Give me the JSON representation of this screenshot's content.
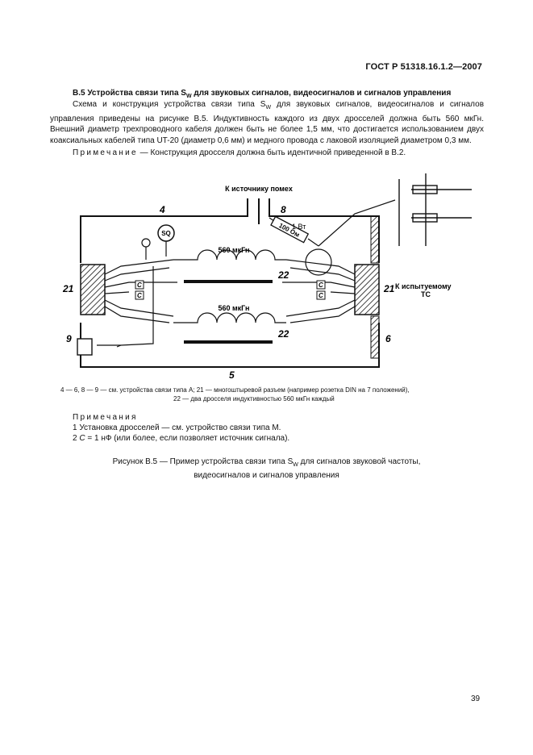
{
  "header": "ГОСТ Р 51318.16.1.2—2007",
  "section": {
    "title_pre": "В.5 Устройства связи типа S",
    "title_sub": "W",
    "title_post": " для звуковых сигналов, видеосигналов и сигналов управления"
  },
  "paragraph": {
    "p1": "Схема и конструкция устройства связи типа S",
    "p1_sub": "W",
    "p2": " для звуковых сигналов, видеосигналов и сигналов управления приведены на рисунке В.5. Индуктивность каждого из двух дросселей должна быть 560 мкГн. Внешний диаметр трехпроводного кабеля должен быть не более 1,5 мм, что достигается использованием двух коаксиальных кабелей типа UT-20 (диаметр 0,6 мм) и медного провода с лаковой изоляцией диаметром  0,3 мм."
  },
  "note_top": {
    "label": "Примечание",
    "text": " — Конструкция дросселя должна быть идентичной приведенной  в В.2."
  },
  "figure": {
    "label_source": "К источнику помех",
    "label_ts_1": "К испытуемому",
    "label_ts_2": "ТС",
    "inductance_top": "560 мкГн",
    "inductance_bottom": "560 мкГн",
    "resistor_power": "1 Вт",
    "resistor_value": "100 Ом",
    "capacitor": "C",
    "num_4": "4",
    "num_8": "8",
    "num_21_left": "21",
    "num_21_right": "21",
    "num_22_top": "22",
    "num_22_bottom": "22",
    "num_9": "9",
    "num_6": "6",
    "num_5": "5",
    "meter": "SQ"
  },
  "legend": {
    "line1": "4 — 6, 8 — 9  —  см. устройства связи типа А;   21 — многоштыревой  разъем  (например  розетка DIN на 7 положений),",
    "line2": "22 —  два дросселя индуктивностью 560 мкГн  каждый"
  },
  "notes": {
    "title": "Примечания",
    "n1": "1  Установка  дросселей  — см. устройство связи типа М.",
    "n2_pre": "2  ",
    "n2_c": "C",
    "n2_post": " = 1 нФ (или более, если позволяет источник сигнала)."
  },
  "caption": {
    "line1_pre": "Рисунок В.5 — Пример устройства связи типа S",
    "line1_sub": "W",
    "line1_post": "  для сигналов звуковой частоты,",
    "line2": "видеосигналов и сигналов управления"
  },
  "page_number": "39"
}
